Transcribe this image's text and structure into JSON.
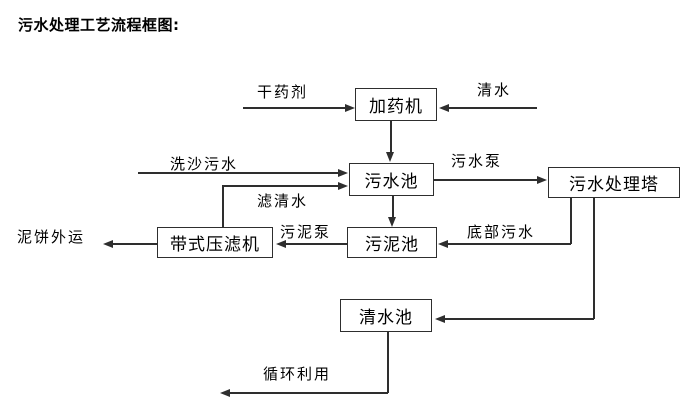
{
  "title": "污水处理工艺流程框图:",
  "boxes": {
    "dosing_machine": "加药机",
    "sewage_pool": "污水池",
    "treatment_tower": "污水处理塔",
    "sludge_pool": "污泥池",
    "belt_filter_press": "带式压滤机",
    "clean_water_pool": "清水池"
  },
  "flow_labels": {
    "dry_agent": "干药剂",
    "clean_water": "清水",
    "sand_washing_sewage": "洗沙污水",
    "filtered_water": "滤清水",
    "sewage_pump": "污水泵",
    "bottom_sewage": "底部污水",
    "sludge_pump": "污泥泵",
    "mud_cake_outbound": "泥饼外运",
    "recycling": "循环利用"
  },
  "colors": {
    "line": "#2e2e2e",
    "text": "#000000",
    "background": "#ffffff"
  }
}
